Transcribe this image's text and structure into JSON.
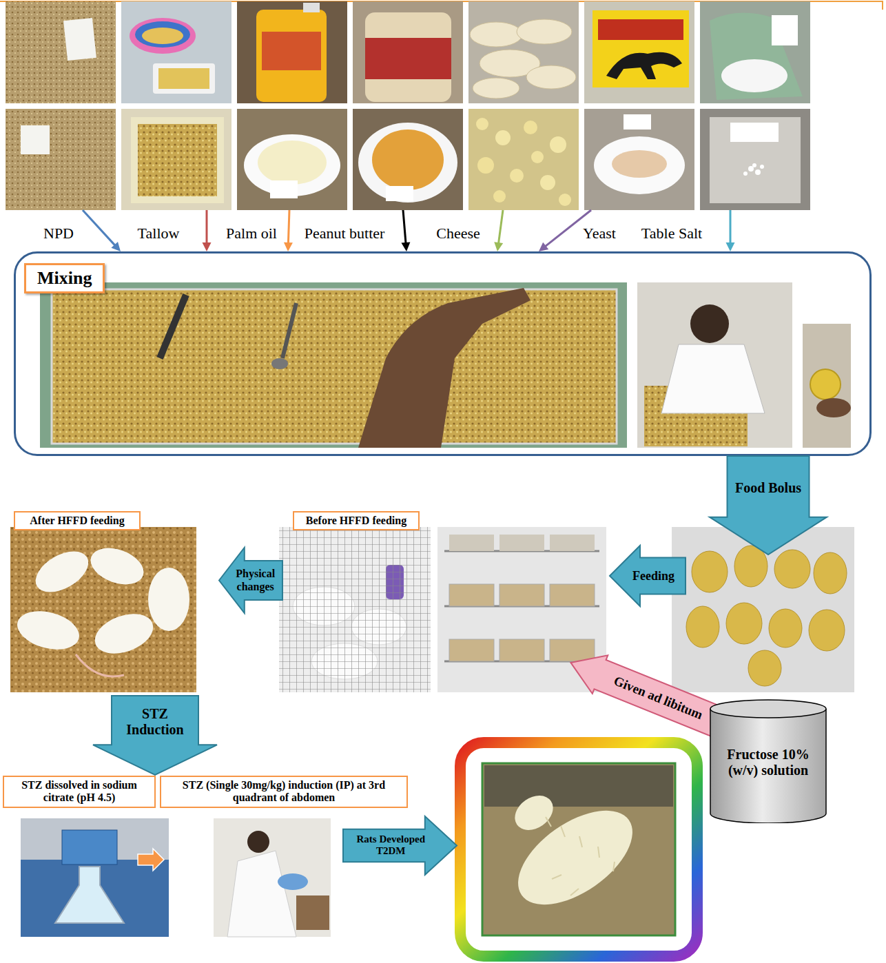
{
  "diagram": {
    "nodes": [
      {
        "text": [
          "NPD"
        ]
      },
      {
        "text": [
          "Tallow"
        ]
      },
      {
        "text": [
          "Palm oil"
        ]
      },
      {
        "text": [
          "Peanut butter"
        ]
      },
      {
        "text": [
          "Cheese"
        ]
      },
      {
        "text": [
          "Yeast"
        ]
      },
      {
        "text": [
          "Table Salt"
        ]
      },
      {
        "text": [
          "Mixing"
        ]
      },
      {
        "text": [
          "Food Bolus"
        ]
      },
      {
        "text": [
          "Feeding"
        ]
      },
      {
        "text": [
          "Before HFFD feeding"
        ]
      },
      {
        "text": [
          "Physical changes"
        ]
      },
      {
        "text": [
          "After HFFD feeding"
        ]
      },
      {
        "text": [
          "STZ Induction"
        ]
      },
      {
        "text": [
          "STZ dissolved in sodium citrate (pH 4.5)"
        ]
      },
      {
        "text": [
          "STZ (Single 30mg/kg) induction (IP) at 3rd quadrant of abdomen"
        ]
      },
      {
        "text": [
          "Rats Developed T2DM"
        ]
      },
      {
        "text": [
          "Given ad libitum"
        ]
      },
      {
        "text": [
          "Fructose 10% (w/v) solution"
        ]
      }
    ],
    "edges": [
      {
        "from": 0,
        "to": 7,
        "arrow": "to"
      },
      {
        "from": 1,
        "to": 7,
        "arrow": "to"
      },
      {
        "from": 2,
        "to": 7,
        "arrow": "to"
      },
      {
        "from": 3,
        "to": 7,
        "arrow": "to"
      },
      {
        "from": 4,
        "to": 7,
        "arrow": "to"
      },
      {
        "from": 5,
        "to": 7,
        "arrow": "to"
      },
      {
        "from": 6,
        "to": 7,
        "arrow": "to"
      }
    ]
  }
}
